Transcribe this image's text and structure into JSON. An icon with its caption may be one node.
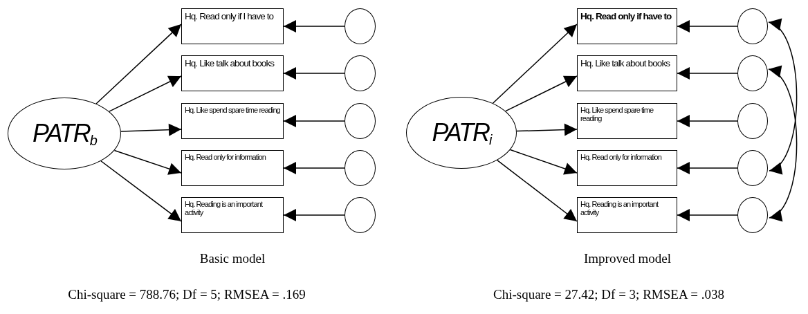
{
  "diagram": {
    "nodes": [
      {
        "text": [
          "PATR$_{b}$"
        ]
      },
      {
        "text": [
          "Hq. Read only if I have to"
        ]
      },
      {
        "text": [
          "Hq. Like talk about books"
        ]
      },
      {
        "text": [
          "Hq. Like spend spare time reading"
        ]
      },
      {
        "text": [
          "Hq. Read only for information"
        ]
      },
      {
        "text": [
          "Hq. Reading is an important activity"
        ]
      },
      {
        "text": [],
        "shape": "circle"
      },
      {
        "text": [],
        "shape": "circle"
      },
      {
        "text": [],
        "shape": "circle"
      },
      {
        "text": [],
        "shape": "circle"
      },
      {
        "text": [],
        "shape": "circle"
      },
      {
        "text": [
          "PATR$_{i}$"
        ]
      },
      {
        "text": [
          "Hq. Read only if have to"
        ]
      },
      {
        "text": [
          "Hq. Like talk about books"
        ]
      },
      {
        "text": [
          "Hq. Like spend spare time reading"
        ]
      },
      {
        "text": [
          "Hq. Read only for information"
        ]
      },
      {
        "text": [
          "Hq. Reading is an important activity"
        ]
      },
      {
        "text": [],
        "shape": "circle"
      },
      {
        "text": [],
        "shape": "circle"
      },
      {
        "text": [],
        "shape": "circle"
      },
      {
        "text": [],
        "shape": "circle"
      },
      {
        "text": [],
        "shape": "circle"
      }
    ],
    "edges": [
      {
        "from": 0,
        "to": 1,
        "arrow": "to"
      },
      {
        "from": 0,
        "to": 2,
        "arrow": "to"
      },
      {
        "from": 0,
        "to": 3,
        "arrow": "to"
      },
      {
        "from": 0,
        "to": 4,
        "arrow": "to"
      },
      {
        "from": 0,
        "to": 5,
        "arrow": "to"
      },
      {
        "from": 6,
        "to": 1,
        "arrow": "to"
      },
      {
        "from": 7,
        "to": 2,
        "arrow": "to"
      },
      {
        "from": 8,
        "to": 3,
        "arrow": "to"
      },
      {
        "from": 9,
        "to": 4,
        "arrow": "to"
      },
      {
        "from": 10,
        "to": 5,
        "arrow": "to"
      },
      {
        "from": 11,
        "to": 12,
        "arrow": "to"
      },
      {
        "from": 11,
        "to": 13,
        "arrow": "to"
      },
      {
        "from": 11,
        "to": 14,
        "arrow": "to"
      },
      {
        "from": 11,
        "to": 15,
        "arrow": "to"
      },
      {
        "from": 11,
        "to": 16,
        "arrow": "to"
      },
      {
        "from": 17,
        "to": 12,
        "arrow": "to"
      },
      {
        "from": 18,
        "to": 13,
        "arrow": "to"
      },
      {
        "from": 19,
        "to": 14,
        "arrow": "to"
      },
      {
        "from": 20,
        "to": 15,
        "arrow": "to"
      },
      {
        "from": 21,
        "to": 16,
        "arrow": "to"
      },
      {
        "from": 17,
        "to": 20,
        "arrow": "both"
      },
      {
        "from": 18,
        "to": 21,
        "arrow": "both"
      }
    ],
    "labels": [
      "Basic model",
      "Improved model",
      "Chi-square = 788.76; Df = 5; RMSEA = .169",
      "Chi-square = 27.42; Df = 3; RMSEA = .038"
    ]
  }
}
